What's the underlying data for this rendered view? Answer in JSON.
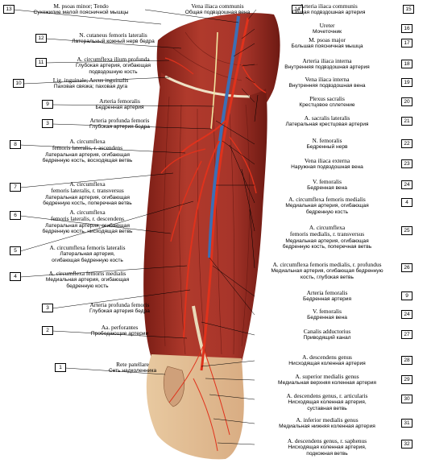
{
  "colors": {
    "muscle": "#b03a2c",
    "muscle_dark": "#7a1d15",
    "artery": "#e0321c",
    "vein": "#3c6fb5",
    "tendon": "#e9d9b8",
    "background": "#ffffff"
  },
  "left_labels": [
    {
      "num": "13",
      "lat": "M. psoas minor; Tendo",
      "ru": "Сухожилие малой поясничной мышцы"
    },
    {
      "num": "12",
      "lat": "N. cutaneus femoris lateralis",
      "ru": "Латеральный кожный нерв бедра"
    },
    {
      "num": "11",
      "lat": "A. circumflexa ilium profunda",
      "ru": "Глубокая артерия, огибающая\nподвздошную кость"
    },
    {
      "num": "10",
      "lat": "Lig. inguinale; Arcus inguinalis",
      "ru": "Паховая связка; паховая дуга"
    },
    {
      "num": "9",
      "lat": "Arteria femoralis",
      "ru": "Бедренная артерия"
    },
    {
      "num": "3",
      "lat": "Arteria profunda femoris",
      "ru": "Глубокая артерия бедра"
    },
    {
      "num": "8",
      "lat": "A. circumflexa\nfemoris lateralis, r. ascendens",
      "ru": "Латеральная артерия, огибающая\nбедренную кость, восходящая ветвь"
    },
    {
      "num": "7",
      "lat": "A. circumflexa\nfemoris lateralis, r. transversus",
      "ru": "Латеральная артерия, огибающая\nбедренную кость, поперечная ветвь"
    },
    {
      "num": "6",
      "lat": "A. circumflexa\nfemoris lateralis, r. descendens",
      "ru": "Латеральная артерия, огибающая\nбедренную кость, нисходящая ветвь"
    },
    {
      "num": "5",
      "lat": "A. circumflexa femoris lateralis",
      "ru": "Латеральная артерия,\nогибающая бедренную кость"
    },
    {
      "num": "4",
      "lat": "A. circumflexa femoris medialis",
      "ru": "Медиальная артерия, огибающая\nбедренную кость"
    },
    {
      "num": "3",
      "lat": "Arteria profunda femoris",
      "ru": "Глубокая артерия бедра"
    },
    {
      "num": "2",
      "lat": "Aa. perforantes",
      "ru": "Прободающие артерии"
    },
    {
      "num": "1",
      "lat": "Rete patellare",
      "ru": "Сеть надколенника"
    }
  ],
  "right_labels": [
    {
      "num": "14",
      "lat": "Vena iliaca communis",
      "ru": "Общая подвздошная вена"
    },
    {
      "num": "15",
      "lat": "Arteria iliaca communis",
      "ru": "Общая подвздошная артерия"
    },
    {
      "num": "16",
      "lat": "Ureter",
      "ru": "Мочеточник"
    },
    {
      "num": "17",
      "lat": "M. psoas major",
      "ru": "Большая поясничная мышца"
    },
    {
      "num": "18",
      "lat": "Arteria iliaca interna",
      "ru": "Внутренняя подвздошная артерия"
    },
    {
      "num": "19",
      "lat": "Vena iliaca interna",
      "ru": "Внутренняя подвздошная вена"
    },
    {
      "num": "20",
      "lat": "Plexus sacralis",
      "ru": "Крестцовое сплетение"
    },
    {
      "num": "21",
      "lat": "A. sacralis lateralis",
      "ru": "Латеральная крестцовая артерия"
    },
    {
      "num": "22",
      "lat": "N. femoralis",
      "ru": "Бедренный нерв"
    },
    {
      "num": "23",
      "lat": "Vena iliaca externa",
      "ru": "Наружная подвздошная вена"
    },
    {
      "num": "24",
      "lat": "V. femoralis",
      "ru": "Бедренная вена"
    },
    {
      "num": "4",
      "lat": "A. circumflexa femoris medialis",
      "ru": "Медиальная артерия, огибающая\nбедренную кость"
    },
    {
      "num": "25",
      "lat": "A. circumflexa\nfemoris medialis, r. transversus",
      "ru": "Медиальная артерия, огибающая\nбедренную кость, поперечная ветвь"
    },
    {
      "num": "26",
      "lat": "A. circumflexa femoris medialis, r. profundus",
      "ru": "Медиальная артерия, огибающая бедренную\nкость, глубокая ветвь"
    },
    {
      "num": "9",
      "lat": "Arteria femoralis",
      "ru": "Бедренная артерия"
    },
    {
      "num": "24",
      "lat": "V. femoralis",
      "ru": "Бедренная вена"
    },
    {
      "num": "27",
      "lat": "Canalis adductorius",
      "ru": "Приводящий канал"
    },
    {
      "num": "28",
      "lat": "A. descendens genus",
      "ru": "Нисходящая коленная артерия"
    },
    {
      "num": "29",
      "lat": "A. superior medialis genus",
      "ru": "Медиальная верхняя коленная артерия"
    },
    {
      "num": "30",
      "lat": "A. descendens genus, r. articularis",
      "ru": "Нисходящая коленная артерия,\nсуставная ветвь"
    },
    {
      "num": "31",
      "lat": "A. inferior medialis genus",
      "ru": "Медиальная нижняя коленная артерия"
    },
    {
      "num": "32",
      "lat": "A. descendens genus, r. saphenus",
      "ru": "Нисходящая коленная артерия,\nподкожная ветвь"
    }
  ]
}
